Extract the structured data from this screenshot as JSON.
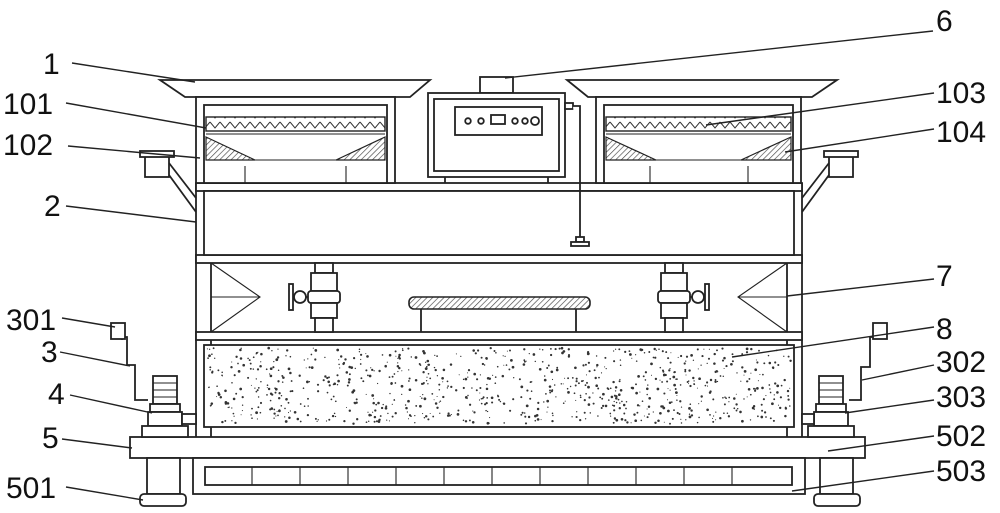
{
  "figure": {
    "labels": {
      "l1": "1",
      "l101": "101",
      "l102": "102",
      "l2": "2",
      "l301": "301",
      "l3": "3",
      "l4": "4",
      "l5": "5",
      "l501": "501",
      "l6": "6",
      "l103": "103",
      "l104": "104",
      "l7": "7",
      "l8": "8",
      "l302": "302",
      "l303": "303",
      "l502": "502",
      "l503": "503"
    },
    "control_panel": {
      "display_icon": "display-screen-icon",
      "button_icons": [
        "button-icon",
        "button-icon",
        "button-icon",
        "button-icon",
        "knob-icon"
      ]
    },
    "colors": {
      "line": "#222222",
      "background": "#ffffff",
      "hatch": "#444444"
    }
  }
}
